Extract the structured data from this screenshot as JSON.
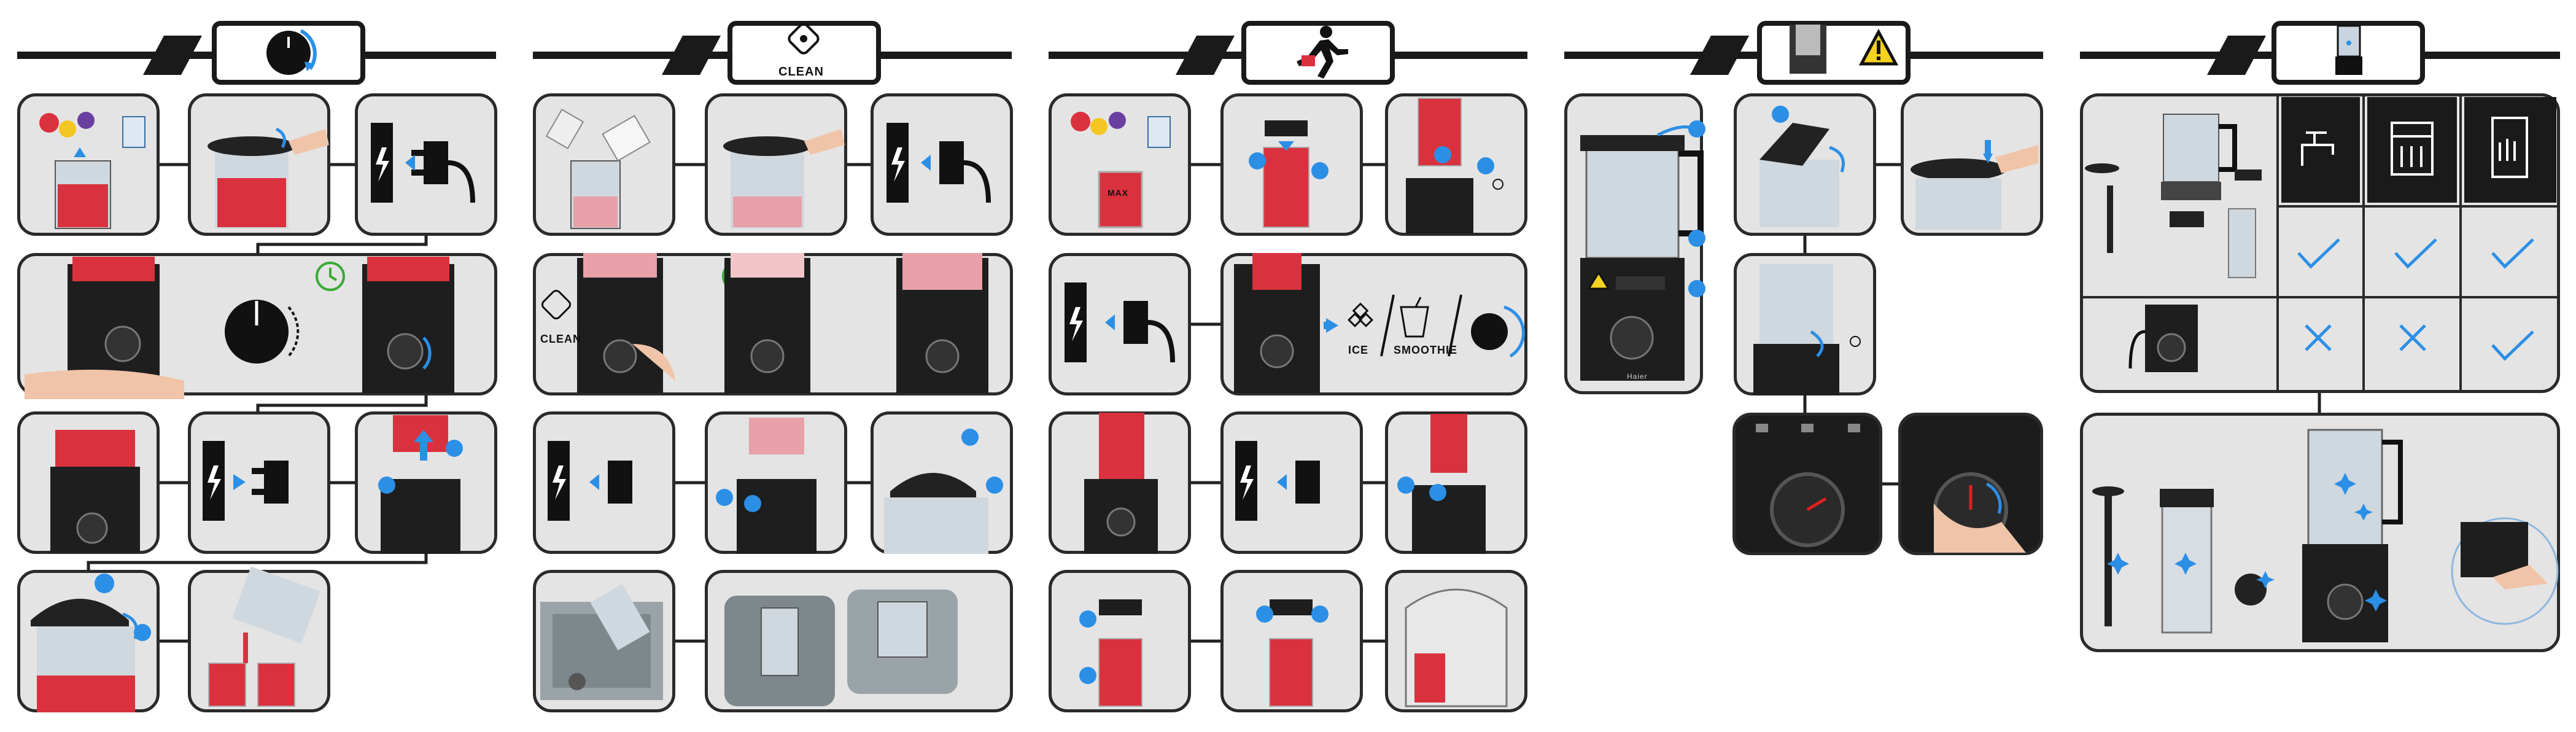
{
  "labels": {
    "clean_header": "CLEAN",
    "clean_button": "CLEAN",
    "max_mark": "MAX",
    "ice": "ICE",
    "smoothie": "SMOOTHIE",
    "brand": "Haier"
  },
  "sections": [
    {
      "id": "blend",
      "header_icon": "speed-dial-icon"
    },
    {
      "id": "clean",
      "header_icon": "clean-cycle-icon"
    },
    {
      "id": "on-the-go",
      "header_icon": "running-person-icon"
    },
    {
      "id": "safety",
      "header_icon": "warning-icon"
    },
    {
      "id": "care",
      "header_icon": "blender-icon"
    }
  ],
  "colors": {
    "accent": "#2b8fe6",
    "timer": "#3aaa35",
    "warning": "#f4d21f",
    "panel": "#e4e4e4",
    "dark": "#1a1a1a",
    "fruit": "#d9323e"
  }
}
